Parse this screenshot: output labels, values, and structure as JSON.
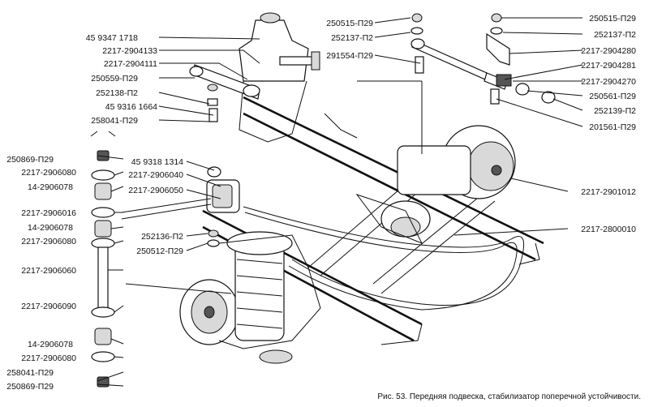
{
  "caption": "Рис. 53. Передняя подвеска, стабилизатор поперечной устойчивости.",
  "parts": [
    {
      "id": "p_45931718",
      "code": "45 9347 1718"
    },
    {
      "id": "p_2217_2904133",
      "code": "2217-2904133"
    },
    {
      "id": "p_2217_2904111",
      "code": "2217-2904111"
    },
    {
      "id": "p_250559_p29",
      "code": "250559-П29"
    },
    {
      "id": "p_252138_p2",
      "code": "252138-П2"
    },
    {
      "id": "p_45931664",
      "code": "45 9316 1664"
    },
    {
      "id": "p_258041_p29_top",
      "code": "258041-П29"
    },
    {
      "id": "p_250515_p29_top",
      "code": "250515-П29"
    },
    {
      "id": "p_252137_p2_top",
      "code": "252137-П2"
    },
    {
      "id": "p_291554_p29",
      "code": "291554-П29"
    },
    {
      "id": "p_250515_p29_right",
      "code": "250515-П29"
    },
    {
      "id": "p_252137_p2_right",
      "code": "252137-П2"
    },
    {
      "id": "p_2217_2904280",
      "code": "2217-2904280"
    },
    {
      "id": "p_2217_2904281",
      "code": "2217-2904281"
    },
    {
      "id": "p_2217_2904270",
      "code": "2217-2904270"
    },
    {
      "id": "p_250561_p29",
      "code": "250561-П29"
    },
    {
      "id": "p_252139_p2",
      "code": "252139-П2"
    },
    {
      "id": "p_201561_p29",
      "code": "201561-П29"
    },
    {
      "id": "p_2217_2901012",
      "code": "2217-2901012"
    },
    {
      "id": "p_2217_2800010",
      "code": "2217-2800010"
    },
    {
      "id": "p_250869_p29_a",
      "code": "250869-П29"
    },
    {
      "id": "p_2217_2906080_a",
      "code": "2217-2906080"
    },
    {
      "id": "p_14_2906078_a",
      "code": "14-2906078"
    },
    {
      "id": "p_45931314",
      "code": "45 9318 1314"
    },
    {
      "id": "p_2217_2906040",
      "code": "2217-2906040"
    },
    {
      "id": "p_2217_2906050",
      "code": "2217-2906050"
    },
    {
      "id": "p_2217_2906016",
      "code": "2217-2906016"
    },
    {
      "id": "p_14_2906078_b",
      "code": "14-2906078"
    },
    {
      "id": "p_2217_2906080_b",
      "code": "2217-2906080"
    },
    {
      "id": "p_252136_p2",
      "code": "252136-П2"
    },
    {
      "id": "p_250512_p29",
      "code": "250512-П29"
    },
    {
      "id": "p_2217_2906060",
      "code": "2217-2906060"
    },
    {
      "id": "p_2217_2906090",
      "code": "2217-2906090"
    },
    {
      "id": "p_14_2906078_c",
      "code": "14-2906078"
    },
    {
      "id": "p_2217_2906080_c",
      "code": "2217-2906080"
    },
    {
      "id": "p_258041_p29_bot",
      "code": "258041-П29"
    },
    {
      "id": "p_250869_p29_b",
      "code": "250869-П29"
    }
  ]
}
